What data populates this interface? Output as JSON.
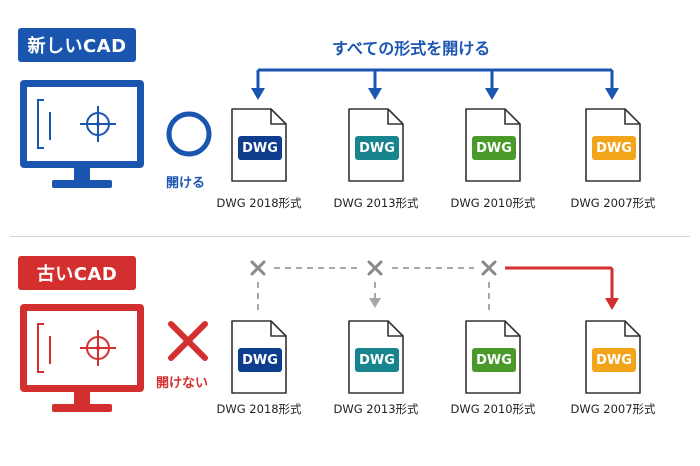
{
  "colors": {
    "blue": "#1a55b0",
    "red": "#d32f2f",
    "gray": "#9e9e9e",
    "navy": "#0d3d8c",
    "teal": "#17848e",
    "green": "#4a9a2a",
    "orange": "#f2a51b"
  },
  "new_cad": {
    "label": "新しいCAD",
    "heading": "すべての形式を開ける",
    "status": "開ける",
    "result_icon": "circle-icon"
  },
  "old_cad": {
    "label": "古いCAD",
    "status": "開けない",
    "result_icon": "cross-icon"
  },
  "files": [
    {
      "badge": "DWG",
      "caption": "DWG 2018形式",
      "color": "#0d3d8c"
    },
    {
      "badge": "DWG",
      "caption": "DWG 2013形式",
      "color": "#17848e"
    },
    {
      "badge": "DWG",
      "caption": "DWG 2010形式",
      "color": "#4a9a2a"
    },
    {
      "badge": "DWG",
      "caption": "DWG 2007形式",
      "color": "#f2a51b"
    }
  ]
}
